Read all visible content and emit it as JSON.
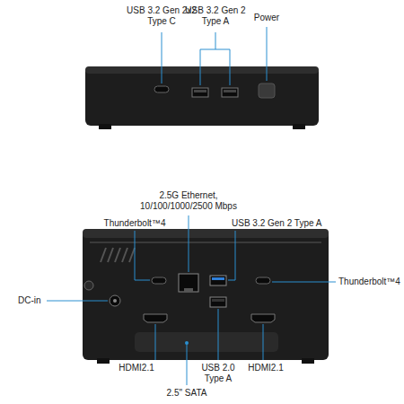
{
  "diagram": {
    "labels": [
      "USB 3.2 Gen 2x2 Type C",
      "USB 3.2 Gen 2 Type A",
      "Power",
      "2.5G Ethernet, 10/100/1000/2500 Mbps",
      "Thunderbolt™4",
      "USB 3.2 Gen 2 Type A",
      "Thunderbolt™4",
      "DC-in",
      "HDMI2.1",
      "USB 2.0 Type A",
      "HDMI2.1",
      "2.5\" SATA"
    ]
  }
}
